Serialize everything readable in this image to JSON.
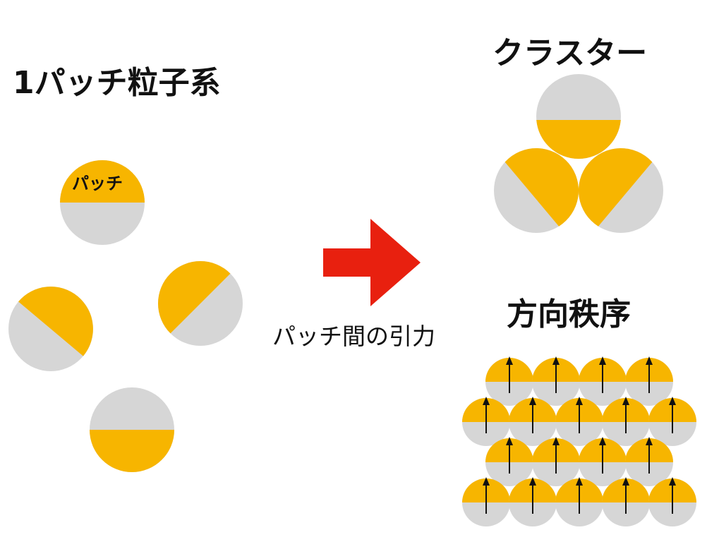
{
  "labels": {
    "system_title": "1パッチ粒子系",
    "patch": "パッチ",
    "attraction": "パッチ間の引力",
    "cluster": "クラスター",
    "orientational_order": "方向秩序"
  },
  "colors": {
    "patch": "#f7b500",
    "body": "#d6d6d6",
    "arrow": "#e8200f",
    "ink": "#111111"
  }
}
